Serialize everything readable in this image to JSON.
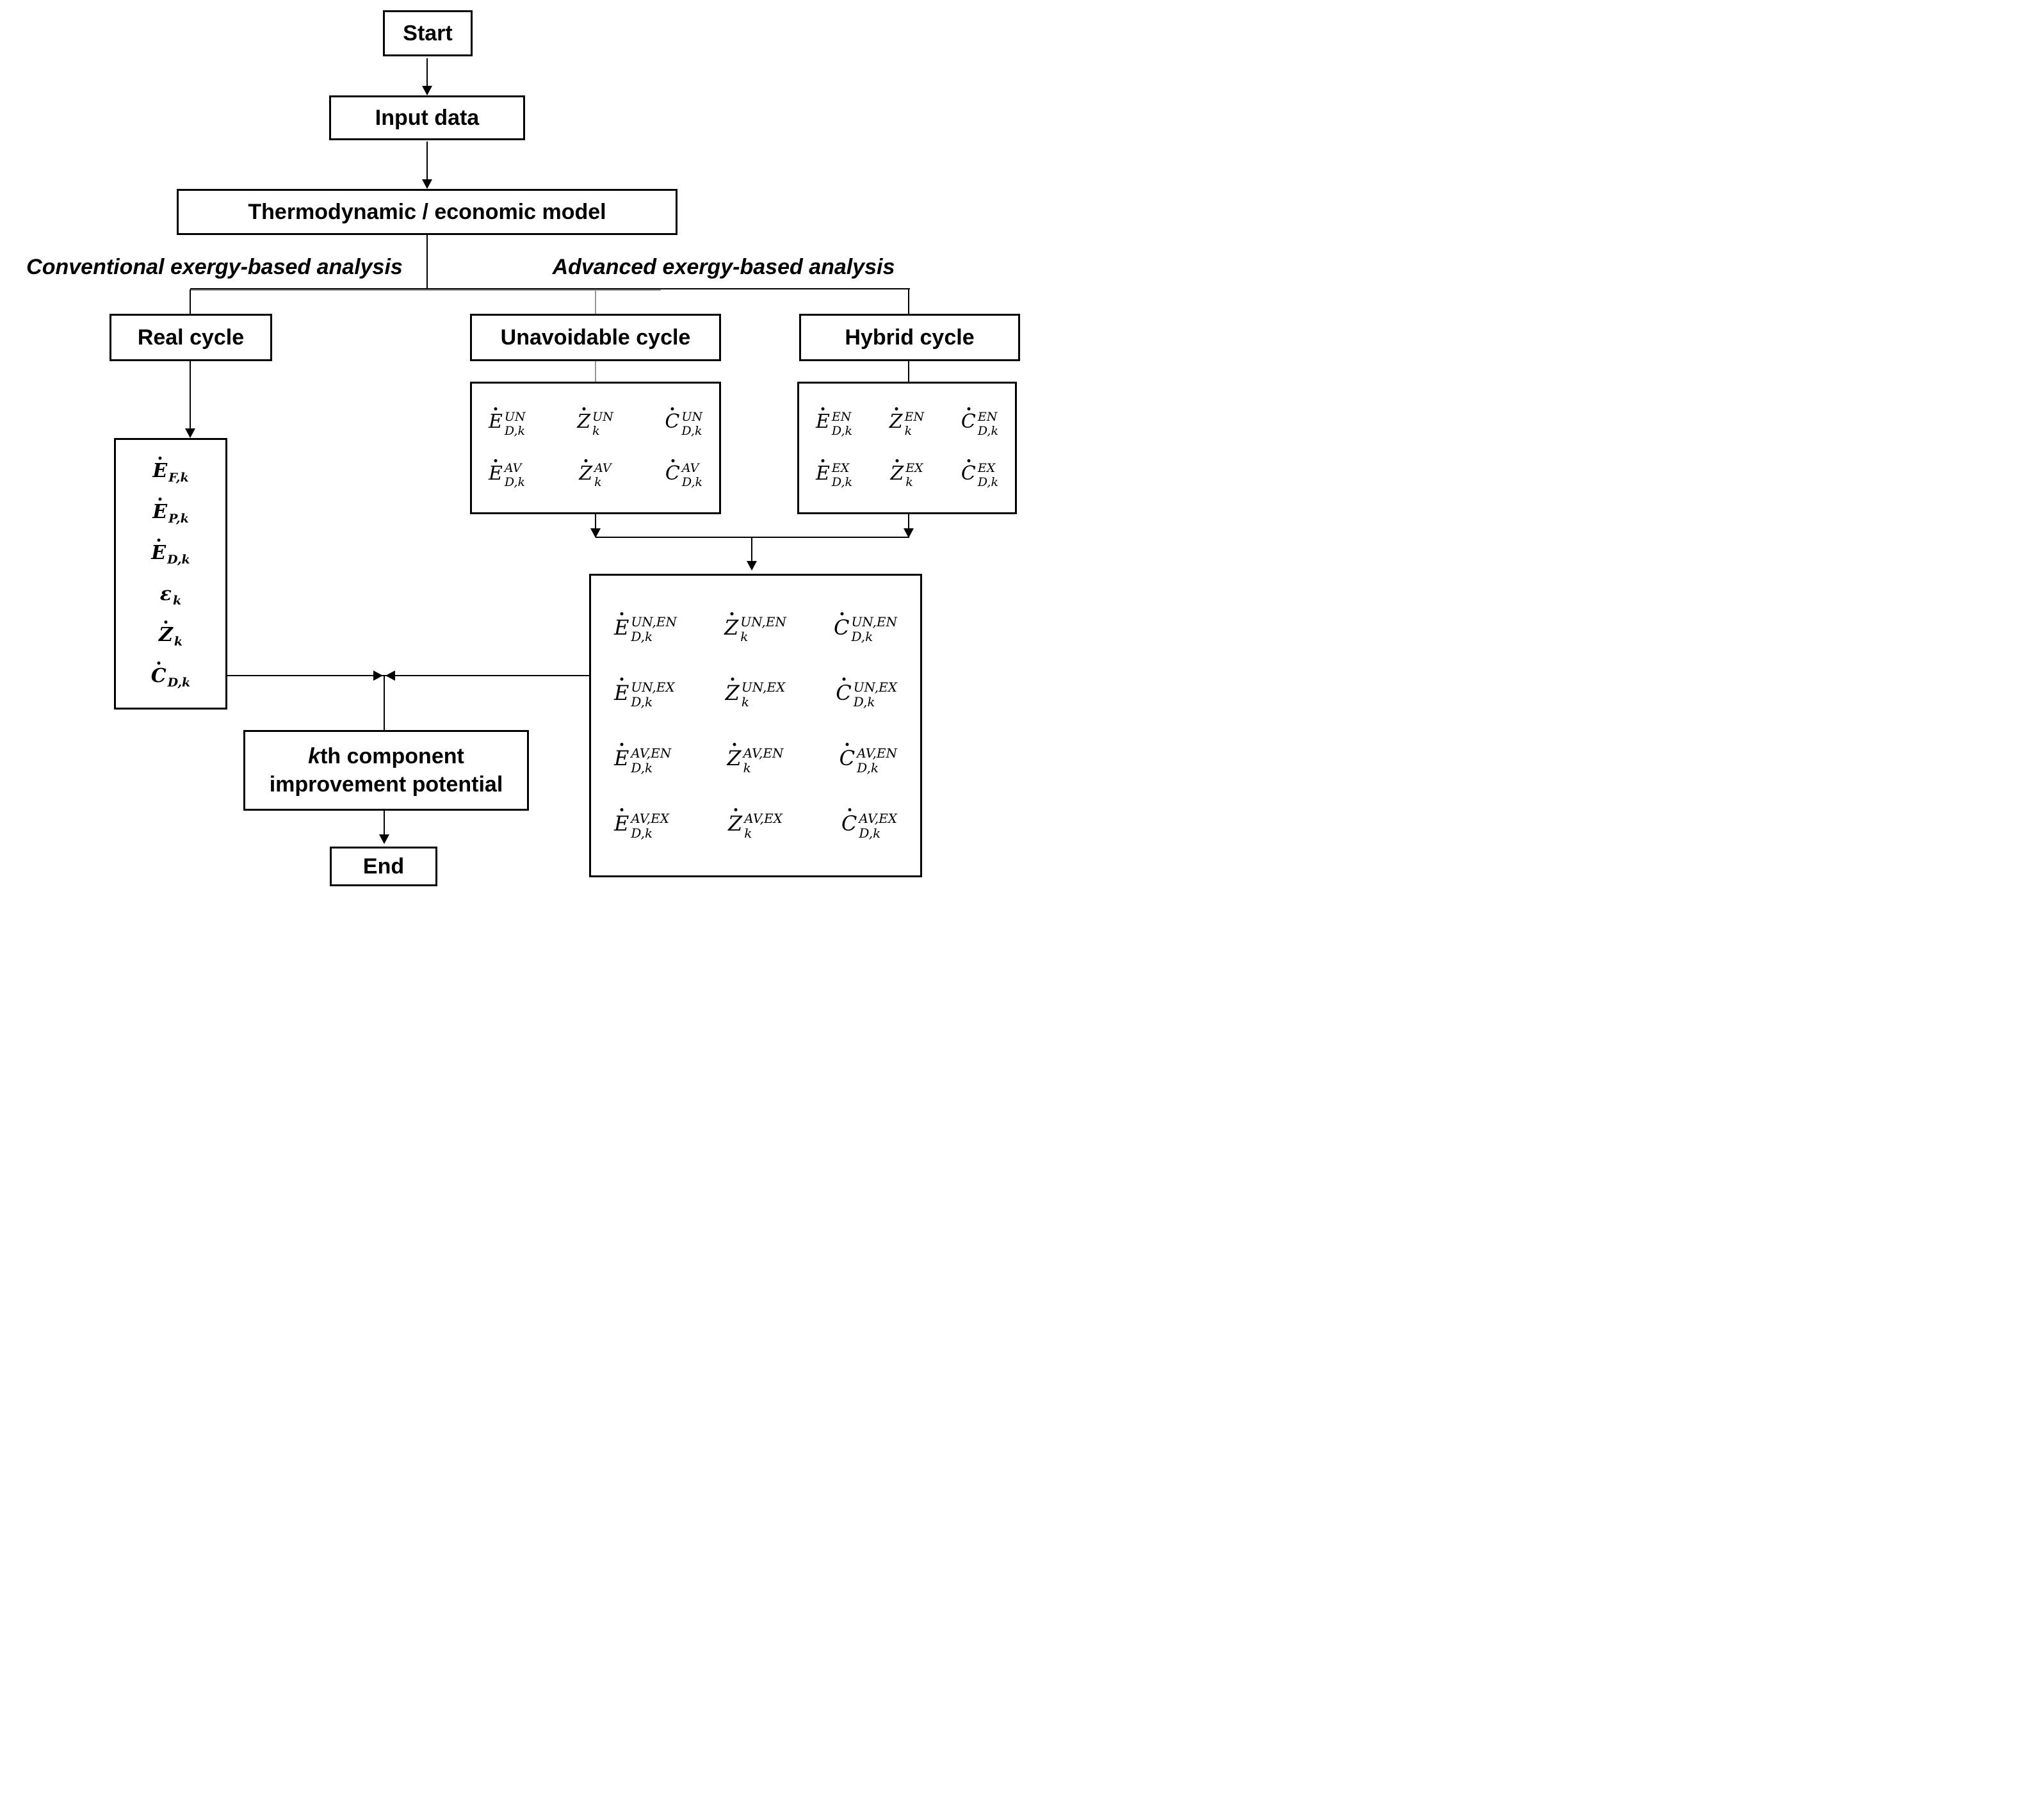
{
  "flowchart": {
    "start": "Start",
    "input_data": "Input data",
    "model": "Thermodynamic / economic model",
    "left_branch_label": "Conventional exergy-based analysis",
    "right_branch_label": "Advanced exergy-based analysis",
    "real_cycle": "Real cycle",
    "unavoidable_cycle": "Unavoidable cycle",
    "hybrid_cycle": "Hybrid cycle",
    "kth_component": {
      "italic_prefix": "k",
      "line1_rest": "th component",
      "line2": "improvement potential"
    },
    "end": "End"
  },
  "math": {
    "real_cycle_results": [
      {
        "b": "E",
        "d": 1,
        "sub": "F,k"
      },
      {
        "b": "E",
        "d": 1,
        "sub": "P,k"
      },
      {
        "b": "E",
        "d": 1,
        "sub": "D,k"
      },
      {
        "b": "ε",
        "d": 0,
        "sub": "k"
      },
      {
        "b": "Z",
        "d": 1,
        "sub": "k"
      },
      {
        "b": "C",
        "d": 1,
        "sub": "D,k"
      }
    ],
    "unavoidable_cycle_results": [
      [
        {
          "b": "E",
          "d": 1,
          "sup": "UN",
          "sub": "D,k"
        },
        {
          "b": "Z",
          "d": 1,
          "sup": "UN",
          "sub": "k"
        },
        {
          "b": "C",
          "d": 1,
          "sup": "UN",
          "sub": "D,k"
        }
      ],
      [
        {
          "b": "E",
          "d": 1,
          "sup": "AV",
          "sub": "D,k"
        },
        {
          "b": "Z",
          "d": 1,
          "sup": "AV",
          "sub": "k"
        },
        {
          "b": "C",
          "d": 1,
          "sup": "AV",
          "sub": "D,k"
        }
      ]
    ],
    "hybrid_cycle_results": [
      [
        {
          "b": "E",
          "d": 1,
          "sup": "EN",
          "sub": "D,k"
        },
        {
          "b": "Z",
          "d": 1,
          "sup": "EN",
          "sub": "k"
        },
        {
          "b": "C",
          "d": 1,
          "sup": "EN",
          "sub": "D,k"
        }
      ],
      [
        {
          "b": "E",
          "d": 1,
          "sup": "EX",
          "sub": "D,k"
        },
        {
          "b": "Z",
          "d": 1,
          "sup": "EX",
          "sub": "k"
        },
        {
          "b": "C",
          "d": 1,
          "sup": "EX",
          "sub": "D,k"
        }
      ]
    ],
    "combined_results": [
      [
        {
          "b": "E",
          "d": 1,
          "sup": "UN,EN",
          "sub": "D,k"
        },
        {
          "b": "Z",
          "d": 1,
          "sup": "UN,EN",
          "sub": "k"
        },
        {
          "b": "C",
          "d": 1,
          "sup": "UN,EN",
          "sub": "D,k"
        }
      ],
      [
        {
          "b": "E",
          "d": 1,
          "sup": "UN,EX",
          "sub": "D,k"
        },
        {
          "b": "Z",
          "d": 1,
          "sup": "UN,EX",
          "sub": "k"
        },
        {
          "b": "C",
          "d": 1,
          "sup": "UN,EX",
          "sub": "D,k"
        }
      ],
      [
        {
          "b": "E",
          "d": 1,
          "sup": "AV,EN",
          "sub": "D,k"
        },
        {
          "b": "Z",
          "d": 1,
          "sup": "AV,EN",
          "sub": "k"
        },
        {
          "b": "C",
          "d": 1,
          "sup": "AV,EN",
          "sub": "D,k"
        }
      ],
      [
        {
          "b": "E",
          "d": 1,
          "sup": "AV,EX",
          "sub": "D,k"
        },
        {
          "b": "Z",
          "d": 1,
          "sup": "AV,EX",
          "sub": "k"
        },
        {
          "b": "C",
          "d": 1,
          "sup": "AV,EX",
          "sub": "D,k"
        }
      ]
    ]
  }
}
